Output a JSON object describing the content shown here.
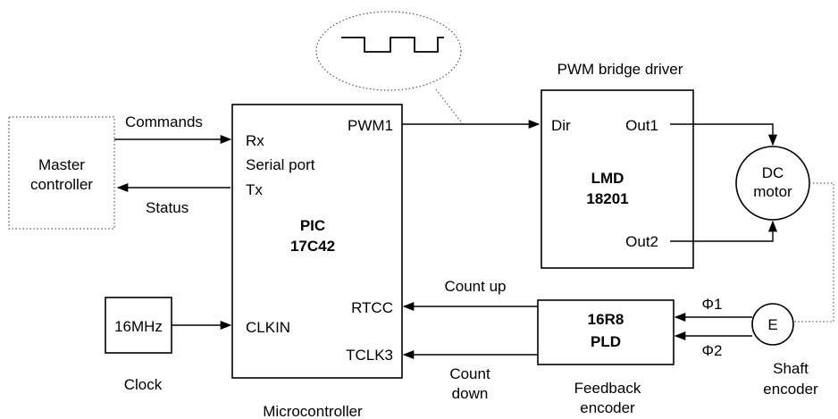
{
  "master": {
    "line1": "Master",
    "line2": "controller"
  },
  "commands_label": "Commands",
  "status_label": "Status",
  "mcu": {
    "rx": "Rx",
    "serial_port": "Serial port",
    "tx": "Tx",
    "pwm1": "PWM1",
    "name1": "PIC",
    "name2": "17C42",
    "rtcc": "RTCC",
    "clkin": "CLKIN",
    "tclk3": "TCLK3",
    "caption": "Microcontroller"
  },
  "driver": {
    "title": "PWM bridge driver",
    "dir": "Dir",
    "out1": "Out1",
    "out2": "Out2",
    "name1": "LMD",
    "name2": "18201"
  },
  "motor": {
    "line1": "DC",
    "line2": "motor"
  },
  "clock": {
    "value": "16MHz",
    "caption": "Clock"
  },
  "pld": {
    "name1": "16R8",
    "name2": "PLD",
    "caption1": "Feedback",
    "caption2": "encoder",
    "count_up": "Count up",
    "count_down1": "Count",
    "count_down2": "down"
  },
  "encoder": {
    "symbol": "E",
    "phi1": "Φ1",
    "phi2": "Φ2",
    "caption1": "Shaft",
    "caption2": "encoder"
  }
}
